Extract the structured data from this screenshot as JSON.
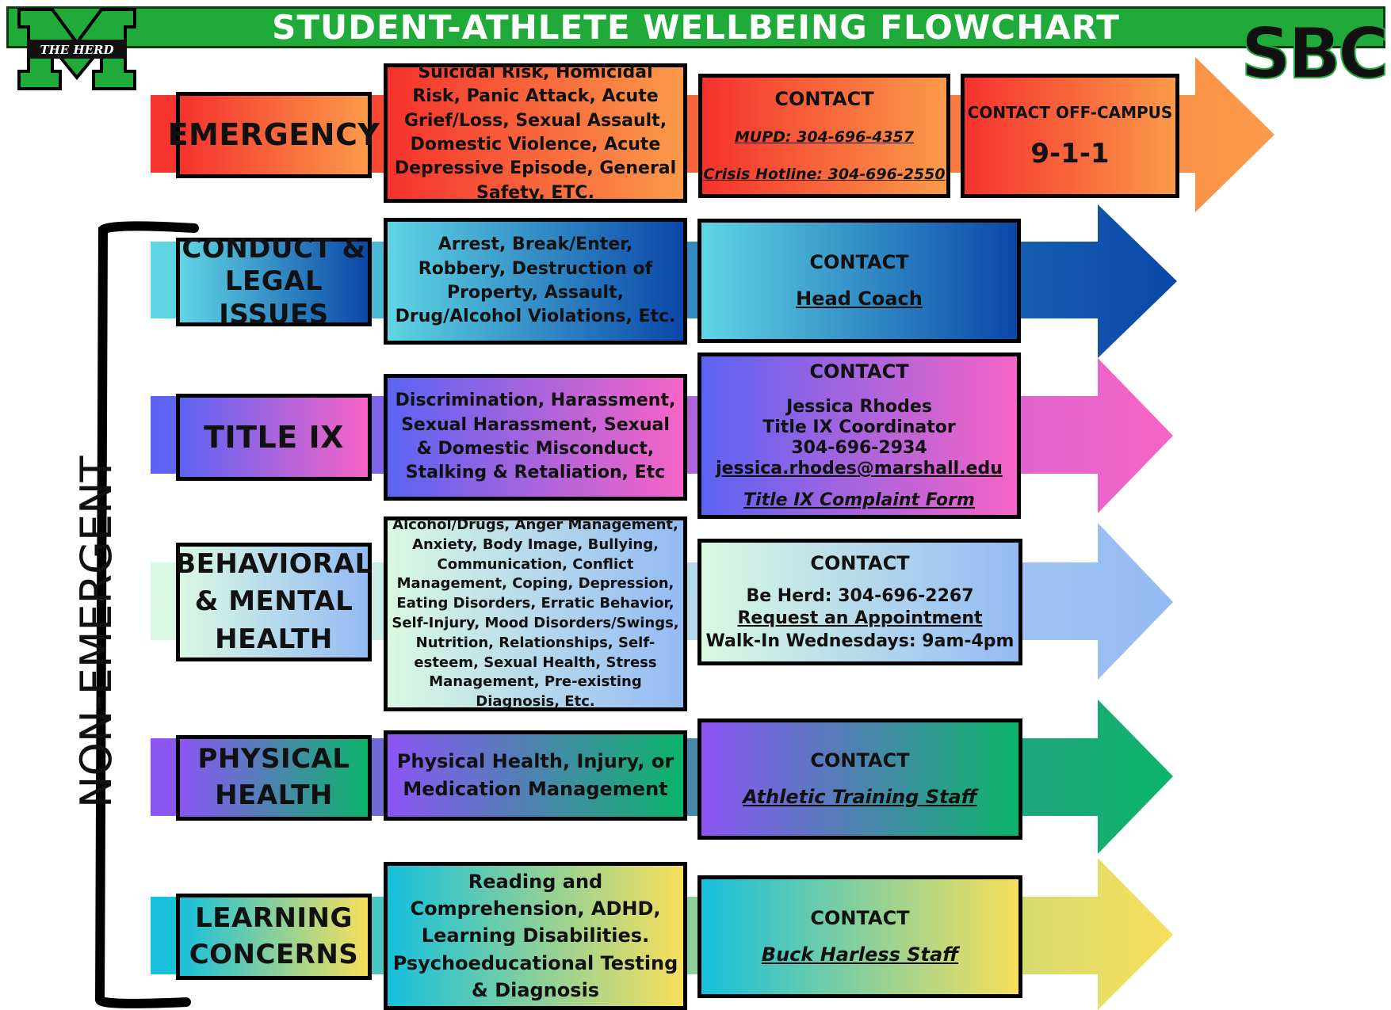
{
  "header": {
    "title": "STUDENT-ATHLETE WELLBEING FLOWCHART"
  },
  "logos": {
    "left_letter": "M",
    "left_banner": "THE HERD",
    "right_text": "SBC"
  },
  "side_label": "NON-EMERGENT",
  "colors": {
    "header_green": "#1faa3a",
    "emergency": [
      "#f5322d",
      "#fb9a4a"
    ],
    "conduct": [
      "#5fd6e4",
      "#0a47a8"
    ],
    "title_ix": [
      "#5b63f3",
      "#f764c6"
    ],
    "behavioral": [
      "#d9f9e2",
      "#94baf4"
    ],
    "physical": [
      "#8c55f4",
      "#0cb46a"
    ],
    "learning": [
      "#16c0dd",
      "#f8df5c"
    ]
  },
  "rows": {
    "emergency": {
      "category": "EMERGENCY",
      "description": "Suicidal Risk, Homicidal Risk, Panic Attack, Acute Grief/Loss, Sexual Assault, Domestic Violence, Acute Depressive Episode, General Safety, ETC.",
      "contact_heading": "CONTACT",
      "contact_line1": "MUPD: 304-696-4357",
      "contact_line2": "Crisis Hotline: 304-696-2550",
      "offcampus_heading": "CONTACT OFF-CAMPUS",
      "offcampus_number": "9-1-1"
    },
    "conduct": {
      "category_line1": "CONDUCT &",
      "category_line2": "LEGAL ISSUES",
      "description": "Arrest, Break/Enter, Robbery, Destruction of Property, Assault, Drug/Alcohol Violations, Etc.",
      "contact_heading": "CONTACT",
      "contact_line1": "Head Coach"
    },
    "title_ix": {
      "category": "TITLE IX",
      "description": "Discrimination, Harassment, Sexual Harassment, Sexual & Domestic Misconduct, Stalking & Retaliation, Etc",
      "contact_heading": "CONTACT",
      "contact_name": "Jessica Rhodes",
      "contact_role": "Title IX Coordinator",
      "contact_phone": "304-696-2934",
      "contact_email": "jessica.rhodes@marshall.edu",
      "contact_form": "Title IX Complaint Form"
    },
    "behavioral": {
      "category_line1": "BEHAVIORAL",
      "category_line2": "& MENTAL",
      "category_line3": "HEALTH",
      "description": "Alcohol/Drugs, Anger Management, Anxiety, Body Image, Bullying, Communication, Conflict Management, Coping, Depression, Eating Disorders, Erratic Behavior, Self-Injury, Mood Disorders/Swings, Nutrition, Relationships, Self-esteem, Sexual Health, Stress Management, Pre-existing Diagnosis, Etc.",
      "contact_heading": "CONTACT",
      "contact_line1": "Be Herd: 304-696-2267",
      "contact_line2": "Request an Appointment",
      "contact_line3": "Walk-In Wednesdays: 9am-4pm"
    },
    "physical": {
      "category_line1": "PHYSICAL",
      "category_line2": "HEALTH",
      "description": "Physical Health, Injury, or Medication Management",
      "contact_heading": "CONTACT",
      "contact_line1": "Athletic Training Staff"
    },
    "learning": {
      "category_line1": "LEARNING",
      "category_line2": "CONCERNS",
      "description": "Reading and Comprehension, ADHD, Learning Disabilities. Psychoeducational Testing & Diagnosis",
      "contact_heading": "CONTACT",
      "contact_line1": "Buck Harless Staff"
    }
  }
}
